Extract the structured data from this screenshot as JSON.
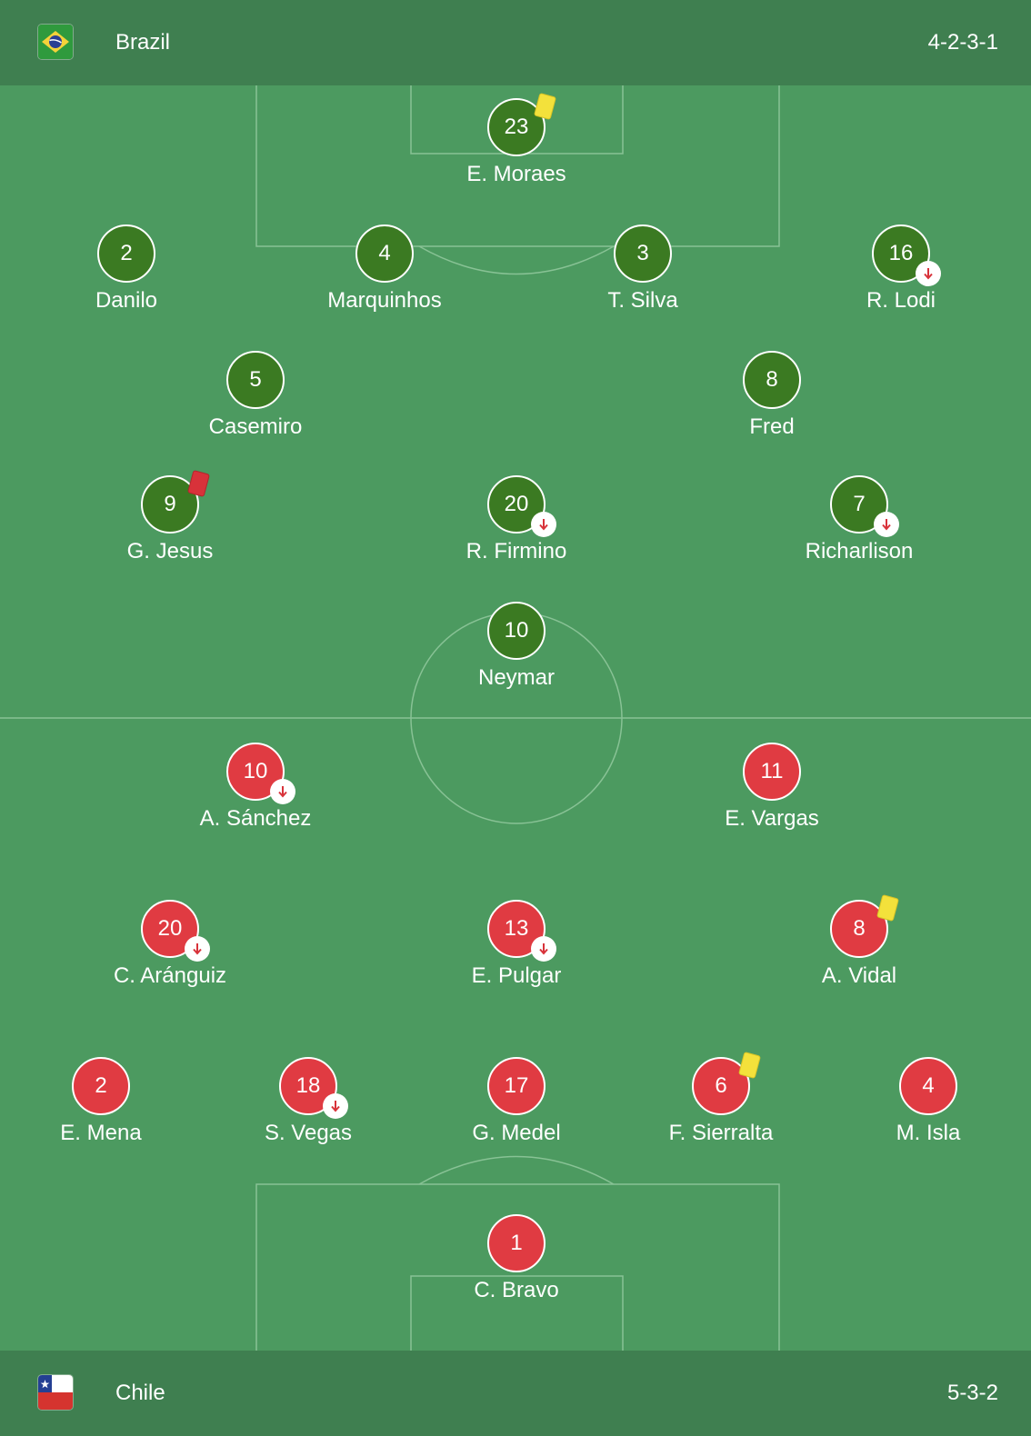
{
  "home": {
    "name": "Brazil",
    "formation": "4-2-3-1",
    "flag_icon": "brazil-flag-icon",
    "color": "#3b7a22",
    "players": [
      {
        "number": "23",
        "name": "E. Moraes",
        "card": "yellow",
        "sub": false
      },
      {
        "number": "2",
        "name": "Danilo",
        "card": null,
        "sub": false
      },
      {
        "number": "4",
        "name": "Marquinhos",
        "card": null,
        "sub": false
      },
      {
        "number": "3",
        "name": "T. Silva",
        "card": null,
        "sub": false
      },
      {
        "number": "16",
        "name": "R. Lodi",
        "card": null,
        "sub": true
      },
      {
        "number": "5",
        "name": "Casemiro",
        "card": null,
        "sub": false
      },
      {
        "number": "8",
        "name": "Fred",
        "card": null,
        "sub": false
      },
      {
        "number": "9",
        "name": "G. Jesus",
        "card": "red",
        "sub": false
      },
      {
        "number": "20",
        "name": "R. Firmino",
        "card": null,
        "sub": true
      },
      {
        "number": "7",
        "name": "Richarlison",
        "card": null,
        "sub": true
      },
      {
        "number": "10",
        "name": "Neymar",
        "card": null,
        "sub": false
      }
    ]
  },
  "away": {
    "name": "Chile",
    "formation": "5-3-2",
    "flag_icon": "chile-flag-icon",
    "color": "#e03b42",
    "players": [
      {
        "number": "10",
        "name": "A. Sánchez",
        "card": null,
        "sub": true
      },
      {
        "number": "11",
        "name": "E. Vargas",
        "card": null,
        "sub": false
      },
      {
        "number": "20",
        "name": "C. Aránguiz",
        "card": null,
        "sub": true
      },
      {
        "number": "13",
        "name": "E. Pulgar",
        "card": null,
        "sub": true
      },
      {
        "number": "8",
        "name": "A. Vidal",
        "card": "yellow",
        "sub": false
      },
      {
        "number": "2",
        "name": "E. Mena",
        "card": null,
        "sub": false
      },
      {
        "number": "18",
        "name": "S. Vegas",
        "card": null,
        "sub": true
      },
      {
        "number": "17",
        "name": "G. Medel",
        "card": null,
        "sub": false
      },
      {
        "number": "6",
        "name": "F. Sierralta",
        "card": "yellow",
        "sub": false
      },
      {
        "number": "4",
        "name": "M. Isla",
        "card": null,
        "sub": false
      },
      {
        "number": "1",
        "name": "C. Bravo",
        "card": null,
        "sub": false
      }
    ]
  }
}
